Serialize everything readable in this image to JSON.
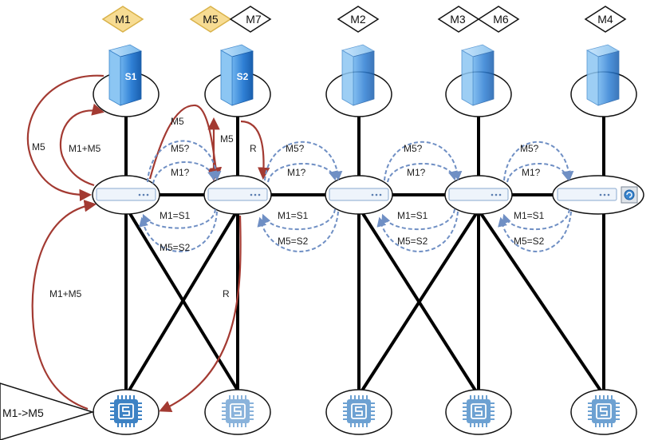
{
  "messages": [
    {
      "id": "m1",
      "label": "M1",
      "color": "#f7dc93"
    },
    {
      "id": "m5",
      "label": "M5",
      "color": "#f7dc93"
    },
    {
      "id": "m7",
      "label": "M7",
      "color": "#ffffff"
    },
    {
      "id": "m2",
      "label": "M2",
      "color": "#ffffff"
    },
    {
      "id": "m3",
      "label": "M3",
      "color": "#ffffff"
    },
    {
      "id": "m6",
      "label": "M6",
      "color": "#ffffff"
    },
    {
      "id": "m4",
      "label": "M4",
      "color": "#ffffff"
    }
  ],
  "servers": [
    {
      "id": "s1",
      "label": "S1"
    },
    {
      "id": "s2",
      "label": "S2"
    },
    {
      "id": "s3",
      "label": ""
    },
    {
      "id": "s4",
      "label": ""
    },
    {
      "id": "s5",
      "label": ""
    }
  ],
  "client": {
    "label": "M1->M5"
  },
  "labels": {
    "m5_outer": "M5",
    "m1_plus_m5_top": "M1+M5",
    "m1_plus_m5_bottom": "M1+M5",
    "m5_red_mid": "M5",
    "m5_red_side": "M5",
    "r_top": "R",
    "r_bottom": "R",
    "q_m5_1": "M5?",
    "q_m1_1": "M1?",
    "q_m5_2": "M5?",
    "q_m1_2": "M1?",
    "q_m5_3": "M5?",
    "q_m1_3": "M1?",
    "q_m5_4": "M5?",
    "q_m1_4": "M1?",
    "a_m1_1": "M1=S1",
    "a_m5_1": "M5=S2",
    "a_m1_2": "M1=S1",
    "a_m5_2": "M5=S2",
    "a_m1_3": "M1=S1",
    "a_m5_3": "M5=S2",
    "a_m1_4": "M1=S1",
    "a_m5_4": "M5=S2"
  },
  "colors": {
    "red_arrow": "#a33a32",
    "blue_arrow": "#6f8fc4",
    "server_blue": "#2f7fd4",
    "chip_blue": "#3d82c4",
    "chip_light": "#8fb6dc"
  },
  "icons": {
    "server": "server-icon",
    "switch": "switch-icon",
    "chip": "chip-icon",
    "controller": "refresh-icon"
  }
}
